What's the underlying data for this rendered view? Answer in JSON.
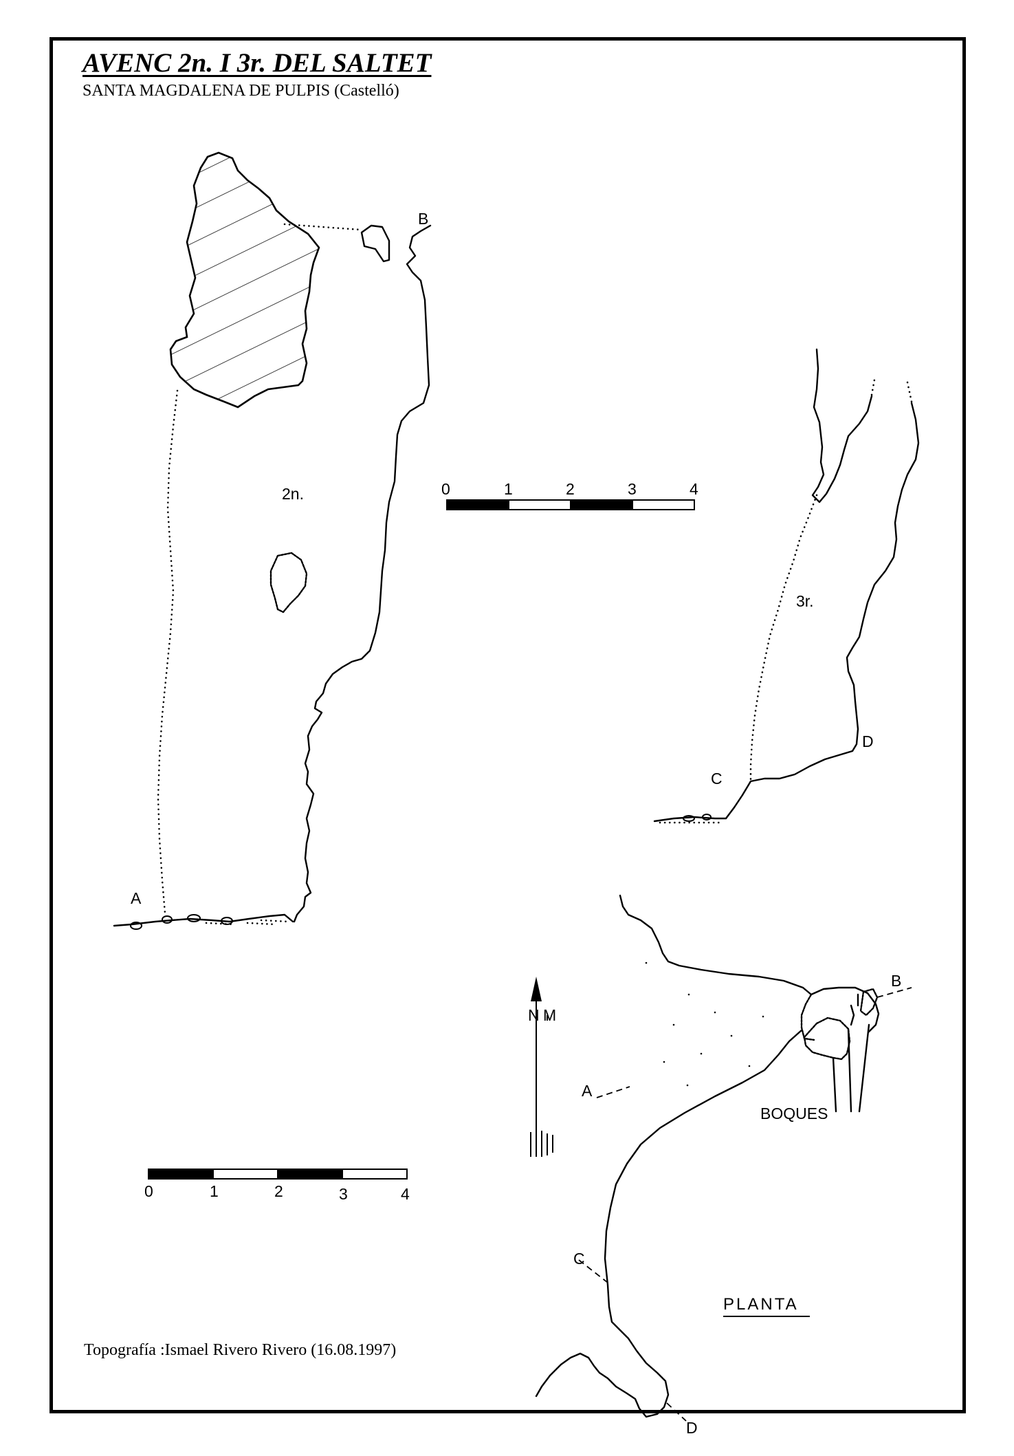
{
  "title": "AVENC 2n. I 3r. DEL SALTET",
  "subtitle": "SANTA MAGDALENA DE PULPIS  (Castelló)",
  "credit": "Topografía :Ismael Rivero Rivero (16.08.1997)",
  "section_labels": {
    "point_a": "A",
    "point_b": "B",
    "shaft_2n": "2n.",
    "shaft_3r": "3r.",
    "point_c": "C",
    "point_d": "D"
  },
  "plan_labels": {
    "point_a": "A",
    "point_b": "B",
    "point_c": "C",
    "point_d": "D",
    "boques": "BOQUES",
    "planta": "PLANTA",
    "north_n": "N",
    "north_m": "M"
  },
  "scale_top": {
    "ticks": [
      "0",
      "1",
      "2",
      "3",
      "4"
    ]
  },
  "scale_bottom": {
    "ticks": [
      "0",
      "1",
      "2",
      "3",
      "4"
    ]
  }
}
